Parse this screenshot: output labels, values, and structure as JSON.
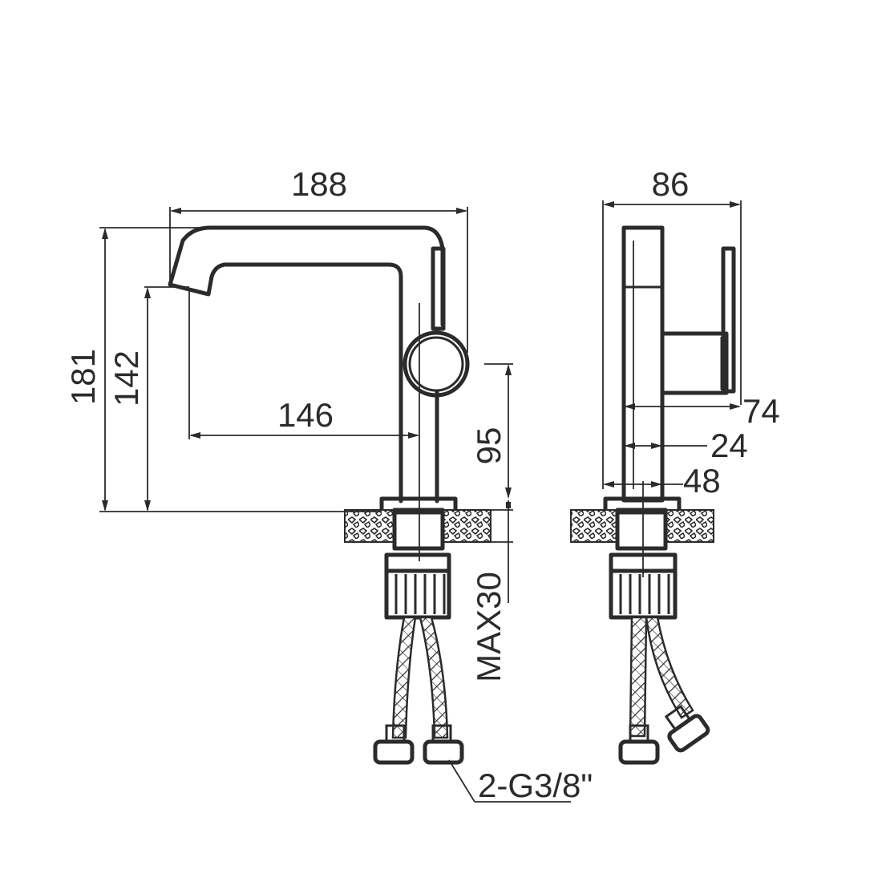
{
  "dimensions": {
    "width_total": "188",
    "height_total": "181",
    "spout_height": "142",
    "spout_reach": "146",
    "handle_height": "95",
    "max_deck": "MAX30",
    "side_width": "86",
    "side_74": "74",
    "side_24": "24",
    "side_48": "48",
    "connection": "2-G3/8\""
  }
}
